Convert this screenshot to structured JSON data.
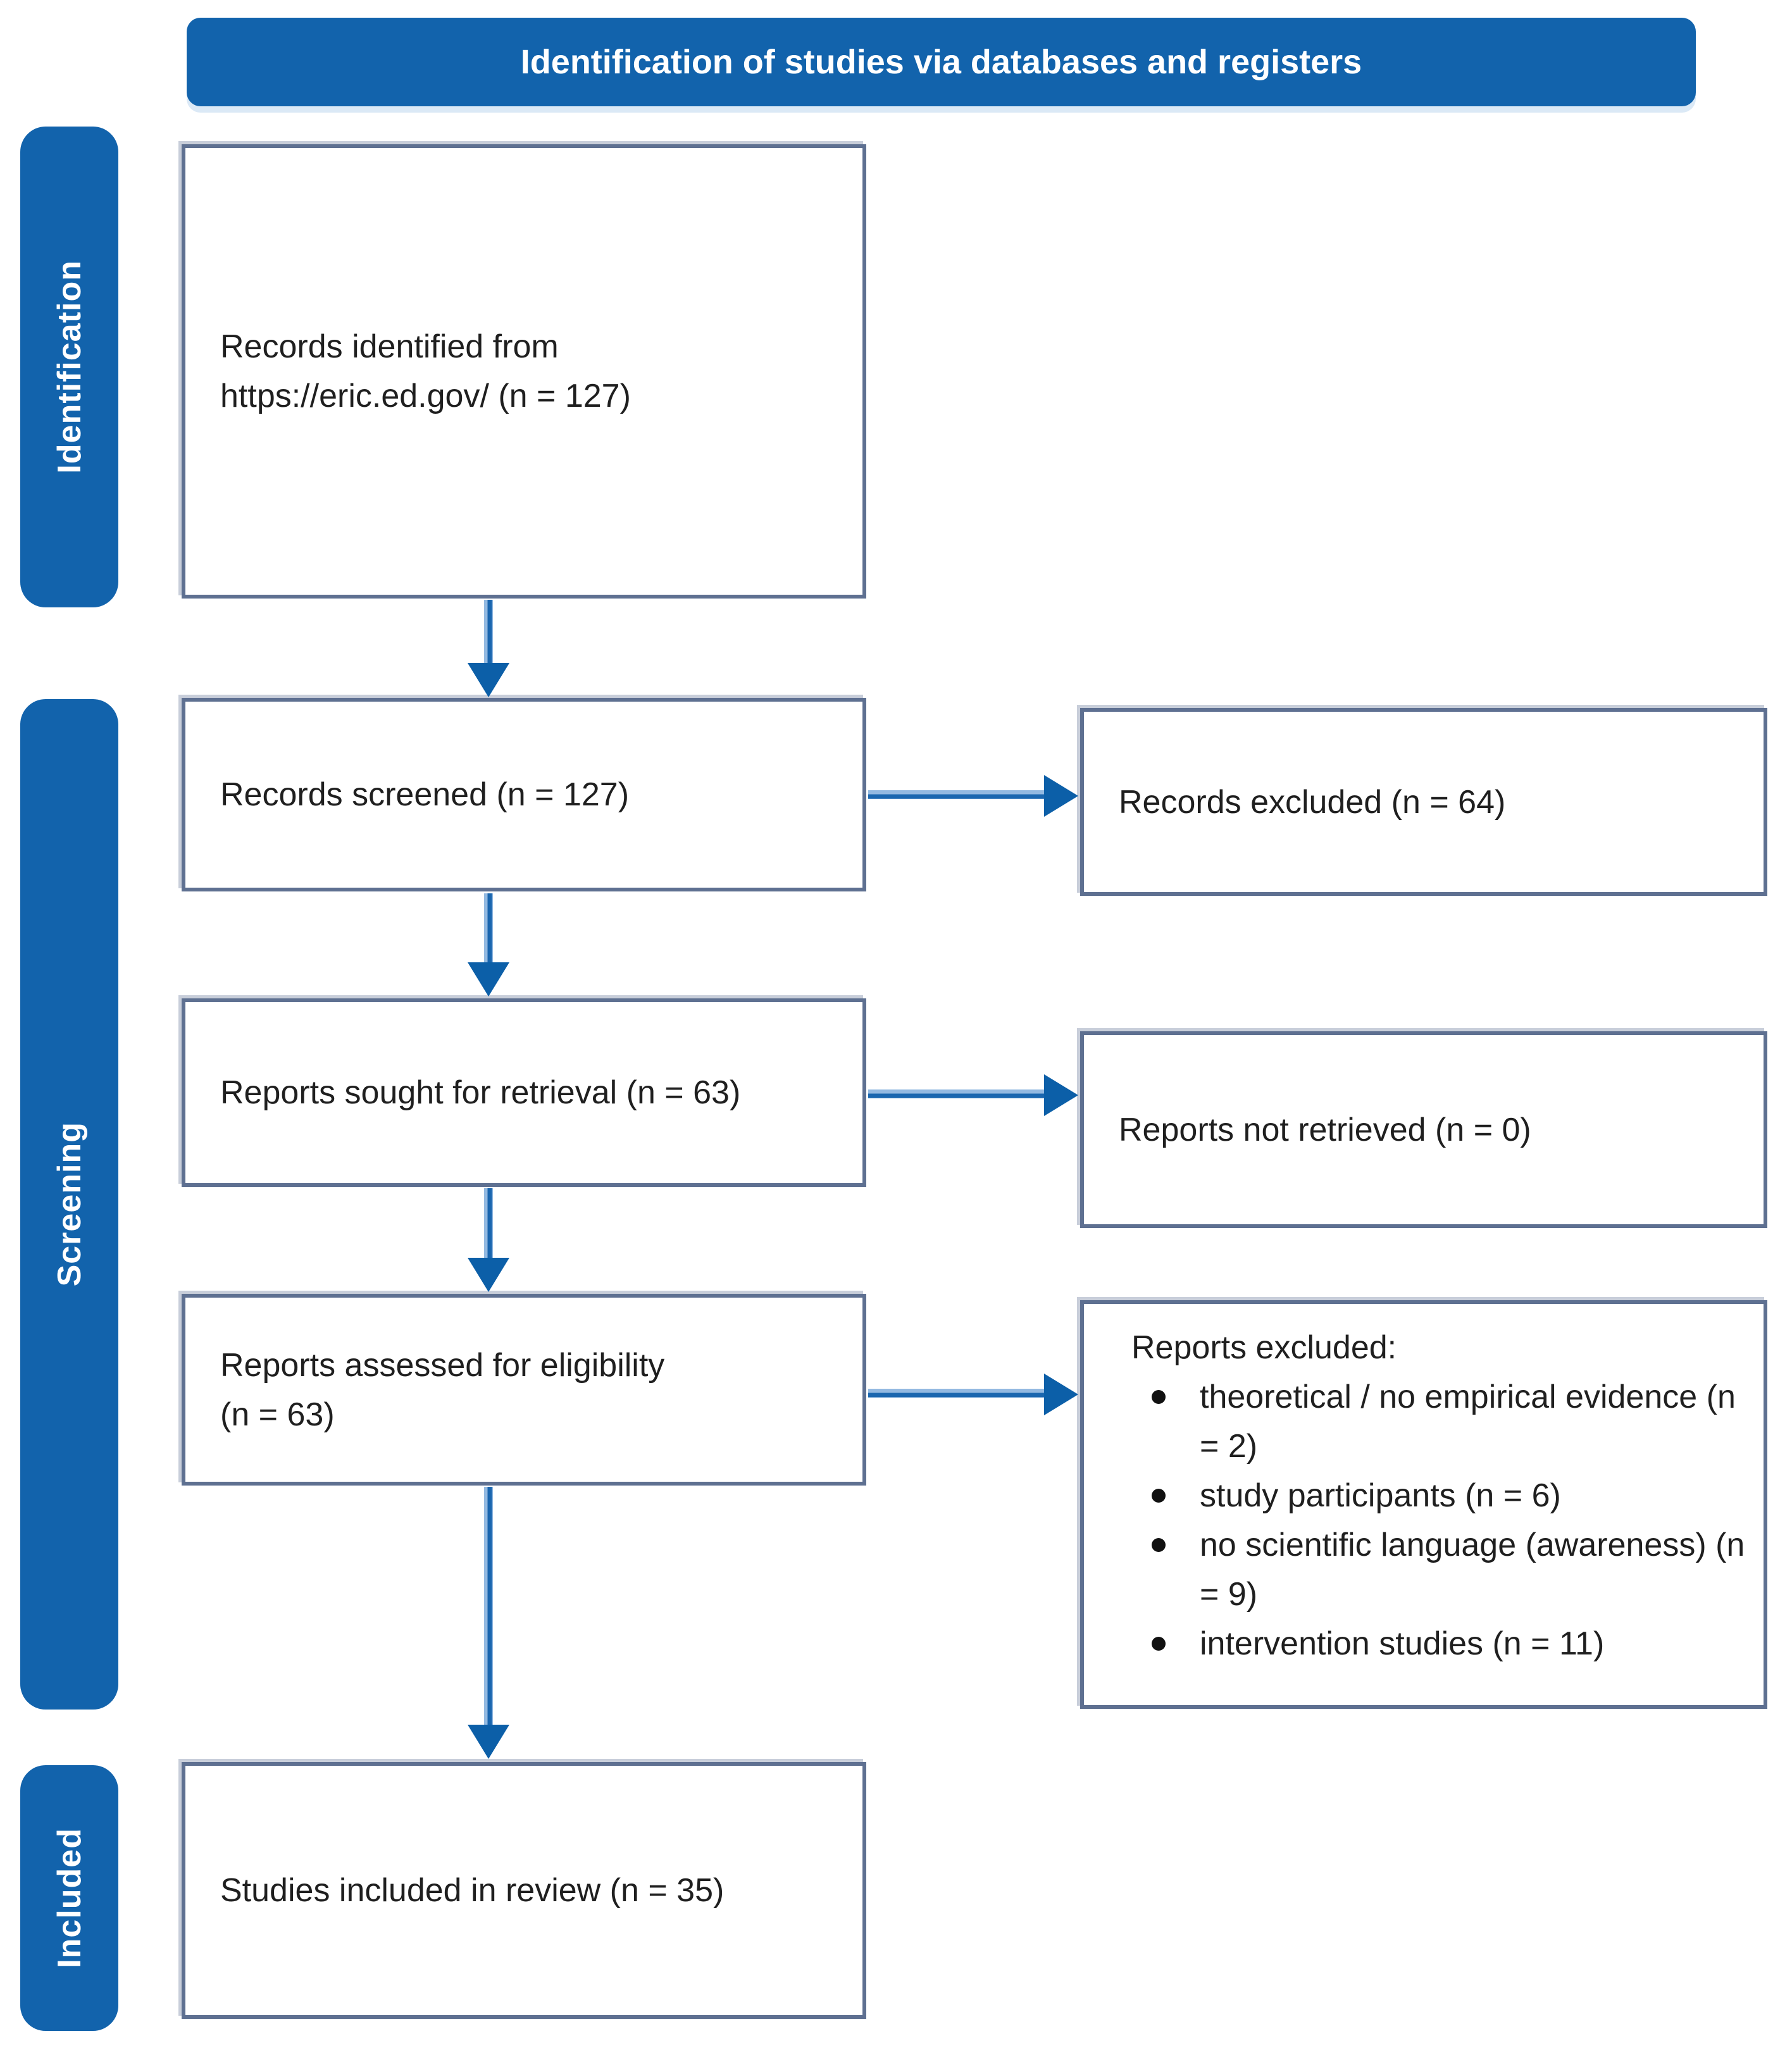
{
  "diagram_title": "Identification of studies via databases and registers",
  "stages": {
    "identification": "Identification",
    "screening": "Screening",
    "included": "Included"
  },
  "boxes": {
    "records_identified": {
      "line1": "Records identified from",
      "line2": "https://eric.ed.gov/ (n = 127)"
    },
    "records_screened": {
      "label": "Records screened (n = 127)"
    },
    "records_excluded": {
      "label": "Records excluded (n = 64)"
    },
    "reports_sought": {
      "label": "Reports sought for retrieval (n = 63)"
    },
    "reports_not_retrieved": {
      "label": "Reports not retrieved (n = 0)"
    },
    "reports_assessed": {
      "line1": "Reports assessed for eligibility",
      "line2": "(n = 63)"
    },
    "reports_excluded": {
      "heading": "Reports excluded:",
      "reasons": [
        "theoretical / no empirical evidence (n = 2)",
        "study participants (n = 6)",
        "no scientific language (awareness) (n = 9)",
        "intervention studies (n = 11)"
      ]
    },
    "studies_included": {
      "label": "Studies included in review (n = 35)"
    }
  },
  "counts": {
    "identified": 127,
    "screened": 127,
    "excluded_at_screening": 64,
    "sought_for_retrieval": 63,
    "not_retrieved": 0,
    "assessed_for_eligibility": 63,
    "excluded_theoretical": 2,
    "excluded_study_participants": 6,
    "excluded_no_scientific_language": 9,
    "excluded_intervention_studies": 11,
    "included_in_review": 35
  },
  "colors": {
    "stage_blue": "#1263AC",
    "box_border": "#5E7091",
    "arrow_core": "#1A66AF",
    "arrow_light": "#93B9E1",
    "arrow_head": "#0C5FA8",
    "text": "#1F1F1F",
    "header_text": "#FFFFFF"
  }
}
